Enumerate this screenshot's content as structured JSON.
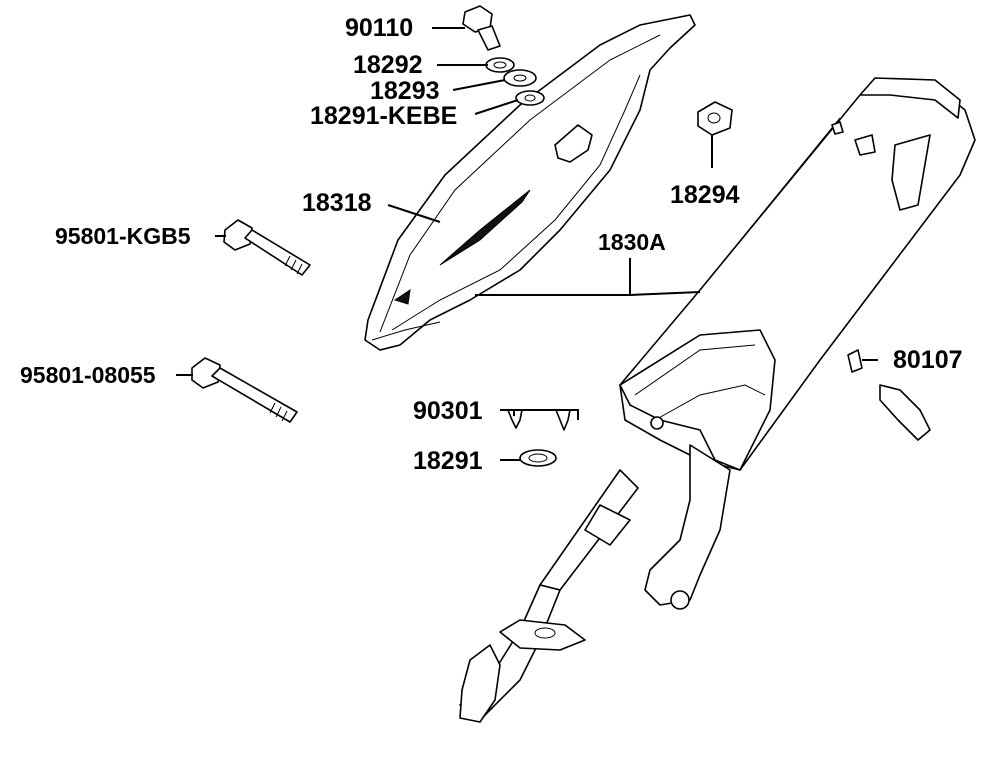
{
  "diagram": {
    "parts": [
      {
        "id": "p90110",
        "number": "90110"
      },
      {
        "id": "p18292",
        "number": "18292"
      },
      {
        "id": "p18293",
        "number": "18293"
      },
      {
        "id": "p18291kebe",
        "number": "18291-KEBE"
      },
      {
        "id": "p18294",
        "number": "18294"
      },
      {
        "id": "p18318",
        "number": "18318"
      },
      {
        "id": "p1830A",
        "number": "1830A"
      },
      {
        "id": "p95801kgb5",
        "number": "95801-KGB5"
      },
      {
        "id": "p9580108055",
        "number": "95801-08055"
      },
      {
        "id": "p80107",
        "number": "80107"
      },
      {
        "id": "p90301",
        "number": "90301"
      },
      {
        "id": "p18291",
        "number": "18291"
      }
    ]
  }
}
